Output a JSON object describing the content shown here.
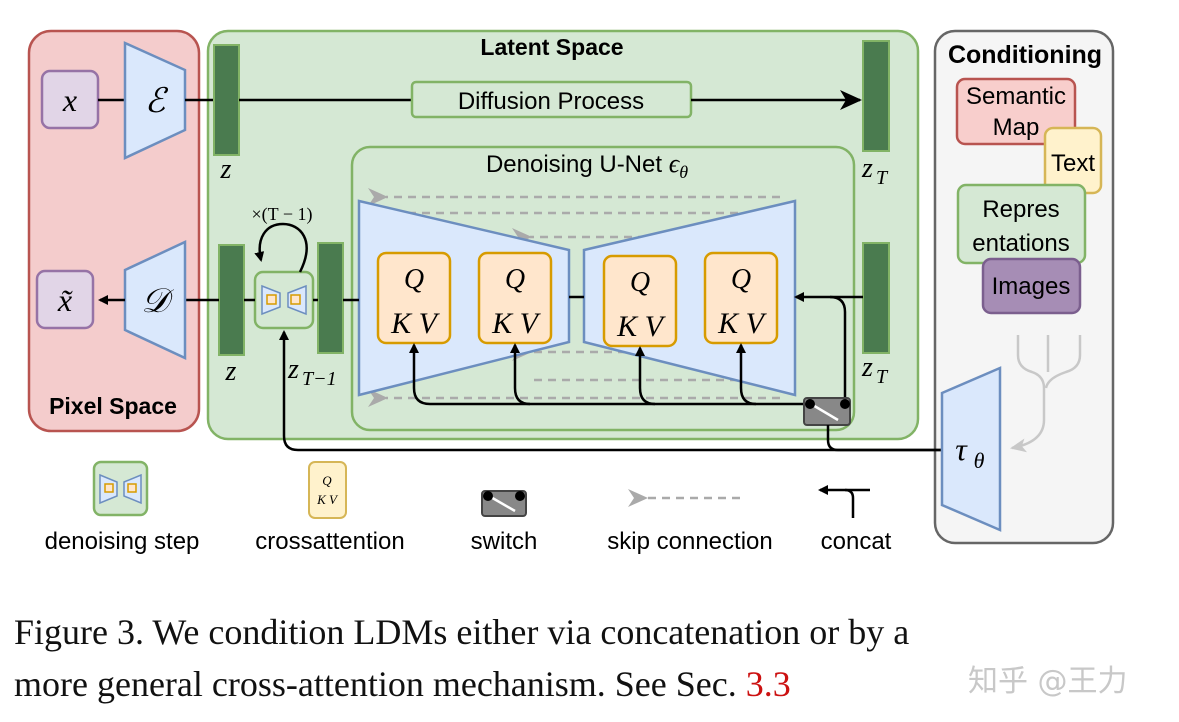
{
  "regions": {
    "pixel_space": "Pixel Space",
    "latent_space": "Latent Space",
    "conditioning": "Conditioning"
  },
  "pixel": {
    "x": "x",
    "x_tilde": "x̃",
    "encoder": "ℰ",
    "decoder": "𝒟"
  },
  "latent": {
    "diffusion_process": "Diffusion Process",
    "unet_title": "Denoising U-Net ϵθ",
    "z": "z",
    "z_T": "zT",
    "z_T_minus_1": "zT−1",
    "loop": "×(T − 1)",
    "qkv_q": "Q",
    "qkv_kv": "K V"
  },
  "conditioning": {
    "semantic_map": [
      "Semantic",
      "Map"
    ],
    "text": "Text",
    "representations": [
      "Repres",
      "entations"
    ],
    "images": "Images",
    "tau": "τθ"
  },
  "legend": {
    "denoising_step": "denoising step",
    "crossattention": "crossattention",
    "switch": "switch",
    "skip_connection": "skip connection",
    "concat": "concat"
  },
  "caption": {
    "line1": "Figure 3.   We condition LDMs either via concatenation or by a",
    "line2": "more general cross-attention mechanism. See Sec. ",
    "ref": "3.3"
  },
  "watermark": "知乎 @王力",
  "colors": {
    "pixel_fill": "#f4cccc",
    "pixel_stroke": "#b85450",
    "latent_fill": "#d5e8d4",
    "latent_stroke": "#82b366",
    "latent_block": "#4a7b4f",
    "blue_fill": "#dae8fc",
    "blue_stroke": "#6c8ebf",
    "qkv_fill": "#ffe6cc",
    "qkv_stroke": "#d79b00",
    "purple_fill": "#e1d5e7",
    "purple_stroke": "#9673a6",
    "text_fill": "#fff2cc",
    "text_stroke": "#d6b656",
    "cond_fill": "#f5f5f5",
    "cond_stroke": "#666666"
  }
}
